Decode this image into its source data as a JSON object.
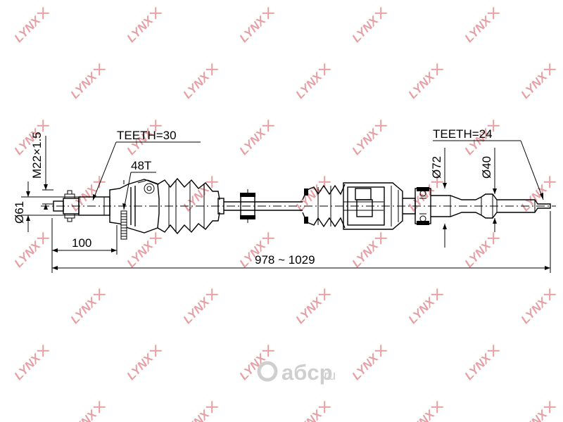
{
  "watermark": {
    "brand_text": "LYNX",
    "color": "#e4a0a4"
  },
  "logo": {
    "main": "aбcp",
    "suffix": ".ru",
    "color": "#cfcfcf"
  },
  "dimensions": {
    "thread": "M22×1.5",
    "outer_teeth": "TEETH=30",
    "abs_ring": "48T",
    "outer_diameter": "Ø61",
    "outer_length": "100",
    "total_length": "978 ~ 1029",
    "inner_teeth": "TEETH=24",
    "bearing_diameter": "Ø72",
    "shaft_diameter": "Ø40"
  }
}
